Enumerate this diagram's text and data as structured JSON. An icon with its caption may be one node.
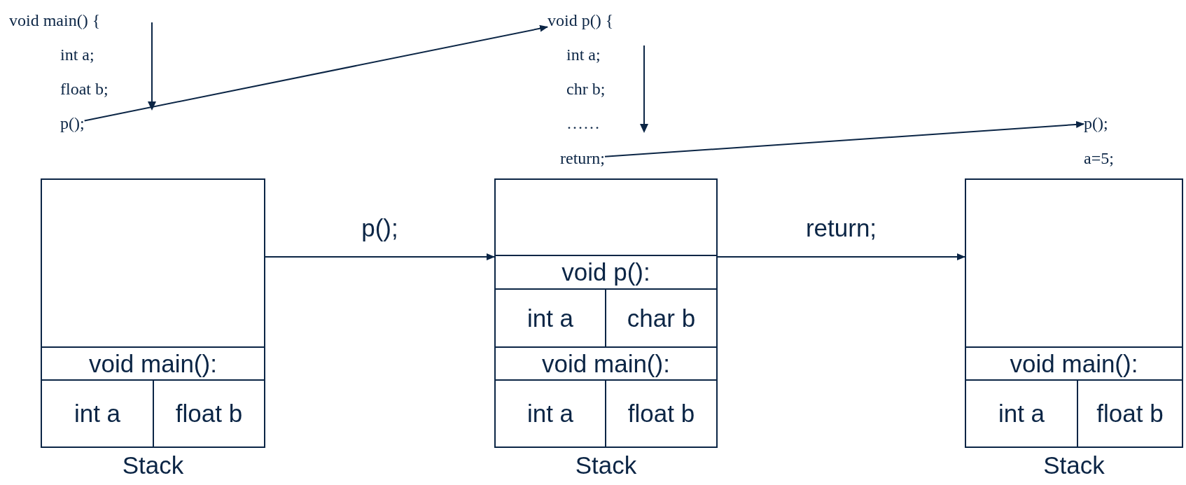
{
  "diagram": {
    "nodes": [
      {
        "text": [
          "void main() {"
        ]
      },
      {
        "text": [
          "int a;"
        ]
      },
      {
        "text": [
          "float b;"
        ]
      },
      {
        "text": [
          "p();"
        ]
      },
      {
        "text": [
          "void p() {"
        ]
      },
      {
        "text": [
          "int a;"
        ]
      },
      {
        "text": [
          "chr b;"
        ]
      },
      {
        "text": [
          "……"
        ]
      },
      {
        "text": [
          "return;"
        ]
      },
      {
        "text": [
          "p();"
        ]
      },
      {
        "text": [
          "a=5;"
        ]
      },
      {
        "text": [
          "Stack"
        ]
      },
      {
        "text": [
          "void main():"
        ],
        "in": 11
      },
      {
        "text": [
          "int a"
        ],
        "in": 11
      },
      {
        "text": [
          "float b"
        ],
        "in": 11
      },
      {
        "text": [
          "Stack"
        ]
      },
      {
        "text": [
          "void p():"
        ],
        "in": 15
      },
      {
        "text": [
          "int a"
        ],
        "in": 15
      },
      {
        "text": [
          "char b"
        ],
        "in": 15
      },
      {
        "text": [
          "void main():"
        ],
        "in": 15
      },
      {
        "text": [
          "int a"
        ],
        "in": 15
      },
      {
        "text": [
          "float b"
        ],
        "in": 15
      },
      {
        "text": [
          "Stack"
        ]
      },
      {
        "text": [
          "void main():"
        ],
        "in": 22
      },
      {
        "text": [
          "int a"
        ],
        "in": 22
      },
      {
        "text": [
          "float b"
        ],
        "in": 22
      }
    ],
    "edges": [
      {
        "from": 3,
        "to": 4,
        "arrow": "to"
      },
      {
        "from": 8,
        "to": 9,
        "arrow": "to"
      },
      {
        "from": 11,
        "to": 15,
        "arrow": "to",
        "label": "p();"
      },
      {
        "from": 15,
        "to": 22,
        "arrow": "to",
        "label": "return;"
      }
    ]
  }
}
